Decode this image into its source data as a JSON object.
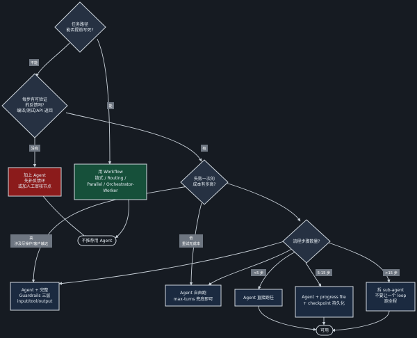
{
  "diagram": {
    "nodes": {
      "q_path": {
        "lines": [
          "任务路径",
          "能否提前写死?"
        ]
      },
      "q_verify": {
        "lines": [
          "每步有可验证",
          "的反馈吗?",
          "编译/测试/API 返回"
        ]
      },
      "q_cost": {
        "lines": [
          "失败一次的",
          "成本有多高?"
        ]
      },
      "q_steps": {
        "lines": [
          "流程步骤数量?"
        ]
      },
      "workflow": {
        "lines": [
          "用 Workflow",
          "链式 / Routing /",
          "Parallel / Orchestrator-",
          "Worker"
        ]
      },
      "feedback": {
        "lines": [
          "加上 Agent",
          "先补反馈环",
          "或加人工审核节点"
        ]
      },
      "not_recommended": {
        "lines": [
          "不推荐用 Agent"
        ]
      },
      "guardrails": {
        "lines": [
          "Agent + 完整",
          "Guardrails 三层",
          "input/tool/output"
        ]
      },
      "auto_run": {
        "lines": [
          "Agent 自由跑",
          "max-turns 兜底即可"
        ]
      },
      "direct": {
        "lines": [
          "Agent 直接跑任"
        ]
      },
      "progress": {
        "lines": [
          "Agent + progress file",
          "+ checkpoint 持久化"
        ]
      },
      "subagent": {
        "lines": [
          "拆 sub-agent",
          "不要让一个 loop",
          "跑全程"
        ]
      },
      "usable": {
        "lines": [
          "可用"
        ]
      }
    },
    "edge_labels": {
      "cannot": "不能",
      "can": "能",
      "none": "没有",
      "has": "有",
      "high": {
        "lines": [
          "高",
          "涉及写操作/客户触达"
        ]
      },
      "low": {
        "lines": [
          "低",
          "重试无成本"
        ]
      },
      "lt5": "<5 步",
      "s5_15": "5-15 步",
      "gt15": ">15 步"
    }
  }
}
